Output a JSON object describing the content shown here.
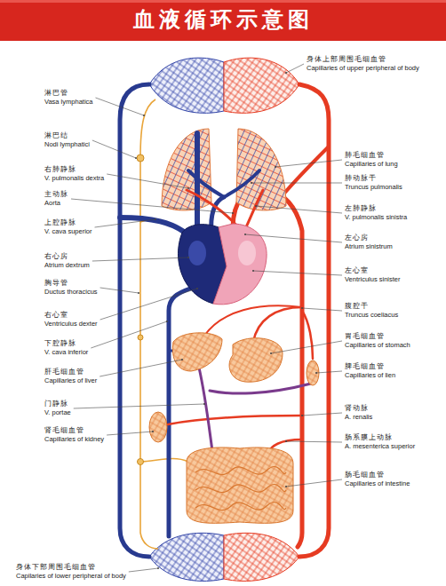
{
  "diagram": {
    "title": "血液循环示意图",
    "labels": [
      "淋巴管",
      "Vasa lymphatica",
      "淋巴结",
      "Nodi lymphatici",
      "右肺静脉",
      "V. pulmonalis dextra",
      "主动脉",
      "Aorta",
      "上腔静脉",
      "V. cava superior",
      "右心房",
      "Atrium dextrum",
      "胸导管",
      "Ductus thoracicus",
      "右心室",
      "Ventriculus dexter",
      "下腔静脉",
      "V. cava inferior",
      "肝毛细血管",
      "Capillaries of liver",
      "门静脉",
      "V. portae",
      "肾毛细血管",
      "Capillaries of kidney",
      "身体下部周围毛细血管",
      "Capilaries of lower peripheral of body",
      "身体上部周围毛细血管",
      "Capillaries of upper peripheral of body",
      "肺毛细血管",
      "Capillaries of lung",
      "肺动脉干",
      "Truncus pulmonalis",
      "左肺静脉",
      "V. pulmonalis sinistra",
      "左心房",
      "Atrium sinistrum",
      "左心室",
      "Ventriculus sinister",
      "腹腔干",
      "Truncus coeliacus",
      "胃毛细血管",
      "Capillaries of stomach",
      "脾毛细血管",
      "Capillaries of lien",
      "肾动脉",
      "A. renalis",
      "肠系膜上动脉",
      "A. mesenterica superior",
      "肠毛细血管",
      "Capillaries of intestine"
    ]
  }
}
